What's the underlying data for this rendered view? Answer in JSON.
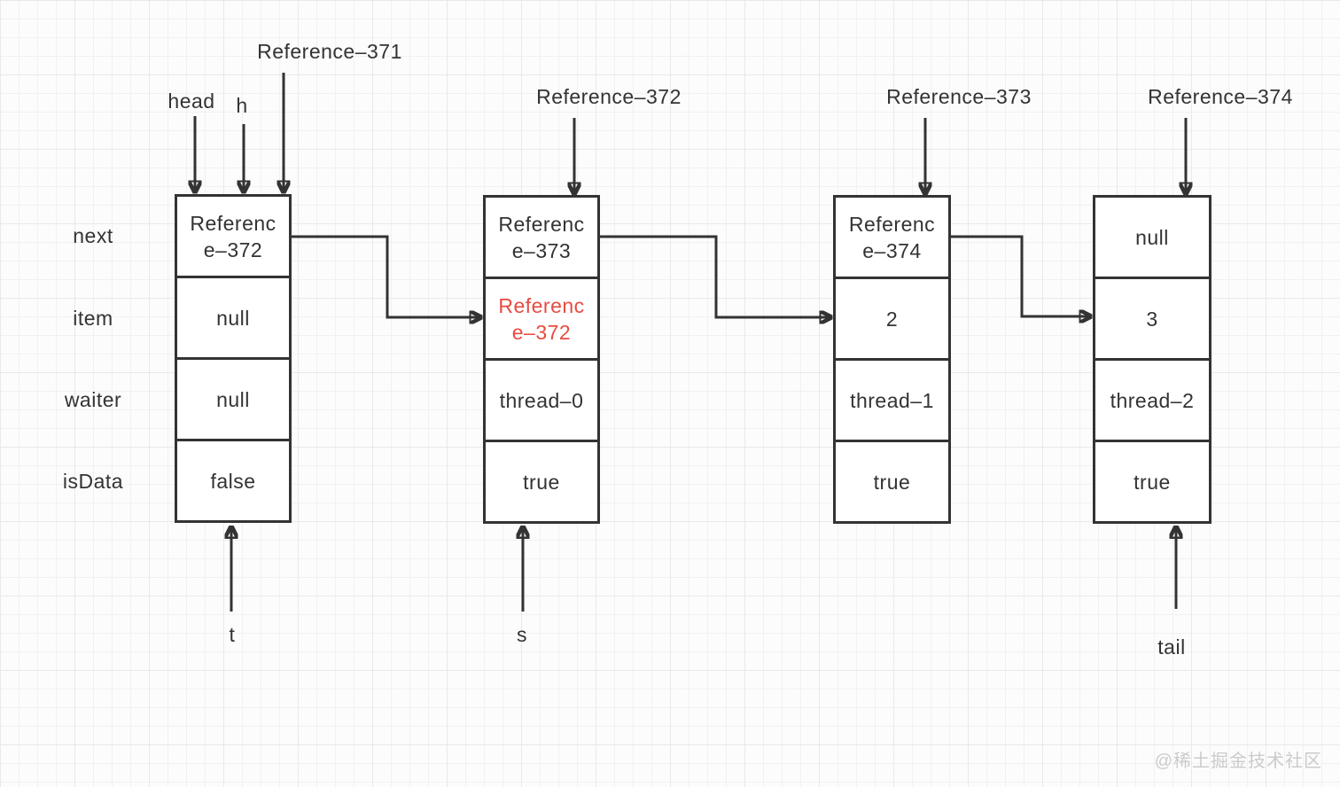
{
  "palette": {
    "line_color": "#333333",
    "text_color": "#333333",
    "highlight_red": "#e84b40",
    "watermark_color": "#cbcbcb",
    "background": "#fcfcfc"
  },
  "field_labels": [
    "next",
    "item",
    "waiter",
    "isData"
  ],
  "top_pointers": [
    {
      "label": "head"
    },
    {
      "label": "h"
    },
    {
      "label": "Reference–371"
    },
    {
      "label": "Reference–372"
    },
    {
      "label": "Reference–373"
    },
    {
      "label": "Reference–374"
    }
  ],
  "bottom_pointers": [
    {
      "label": "t"
    },
    {
      "label": "s"
    },
    {
      "label": "tail"
    }
  ],
  "nodes": [
    {
      "id": "node-1",
      "cells": {
        "next": "Referenc\ne–372",
        "item": "null",
        "waiter": "null",
        "isData": "false"
      },
      "item_highlighted": false
    },
    {
      "id": "node-2",
      "cells": {
        "next": "Referenc\ne–373",
        "item": "Referenc\ne–372",
        "waiter": "thread–0",
        "isData": "true"
      },
      "item_highlighted": true
    },
    {
      "id": "node-3",
      "cells": {
        "next": "Referenc\ne–374",
        "item": "2",
        "waiter": "thread–1",
        "isData": "true"
      },
      "item_highlighted": false
    },
    {
      "id": "node-4",
      "cells": {
        "next": "null",
        "item": "3",
        "waiter": "thread–2",
        "isData": "true"
      },
      "item_highlighted": false
    }
  ],
  "watermark": {
    "text": "@稀土掘金技术社区"
  }
}
